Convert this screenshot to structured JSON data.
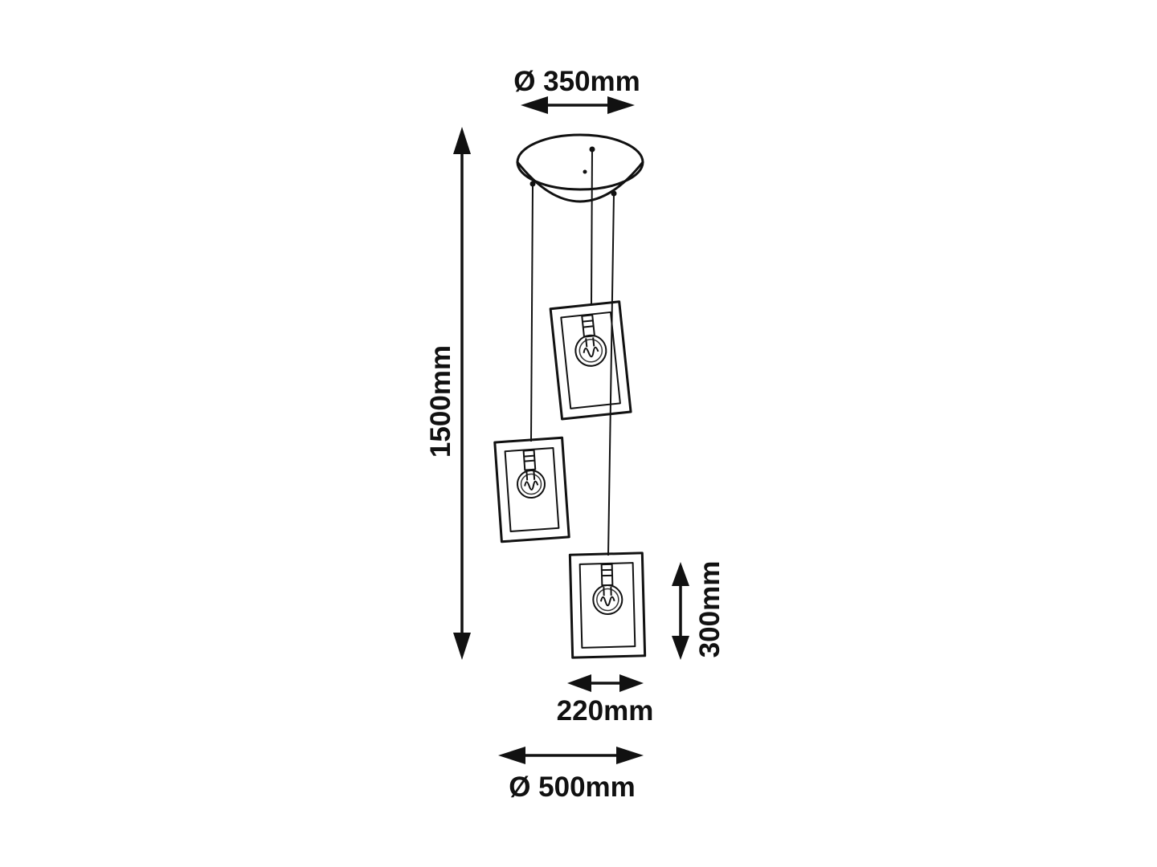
{
  "diagram": {
    "labels": {
      "canopy_diameter": "Ø 350mm",
      "drop_height": "1500mm",
      "shade_height": "300mm",
      "shade_width": "220mm",
      "fixture_diameter": "Ø 500mm"
    },
    "colors": {
      "line": "#111111",
      "background": "#ffffff"
    }
  }
}
